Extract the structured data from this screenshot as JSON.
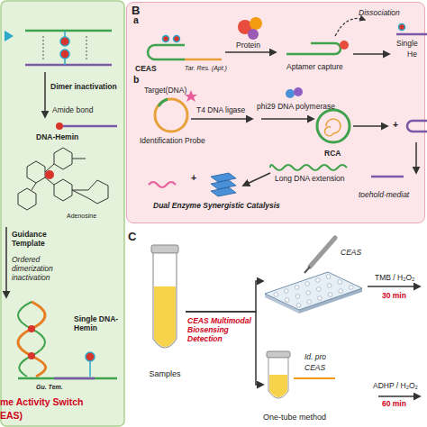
{
  "diagram": {
    "nodes": [
      {
        "text": [
          "B"
        ]
      },
      {
        "text": [
          "Samples"
        ]
      },
      {
        "text": [
          "CEAS"
        ]
      },
      {
        "text": [
          "Id. pro",
          "CEAS",
          "One-tube method"
        ]
      }
    ],
    "edges": [
      {
        "from": 1,
        "to": 2,
        "arrow": "to",
        "label": "CEAS Multimodal Biosensing Detection"
      },
      {
        "from": 1,
        "to": 3,
        "arrow": "to"
      }
    ],
    "labels": [
      "Dimer inactivation",
      "Amide bond",
      "DNA-Hemin",
      "Adenosine",
      "Guidance Template",
      "Ordered dimerization inactivation",
      "Single DNA-Hemin",
      "Gu. Tem.",
      "me Activity Switch",
      "EAS)",
      "a",
      "CEAS",
      "Tar. Res. (Apt.)",
      "Protein",
      "Aptamer capture",
      "Dissociation",
      "Single",
      "He",
      "b",
      "Target(DNA)",
      "T4 DNA ligase",
      "phi29 DNA polymerase",
      "Identification Probe",
      "RCA",
      "+",
      "Long DNA extension",
      "toehold-mediat",
      "Dual Enzyme Synergistic Catalysis",
      "+",
      "C",
      "TMB / H₂O₂",
      "30 min",
      "ADHP / H₂O₂",
      "60 min"
    ]
  }
}
